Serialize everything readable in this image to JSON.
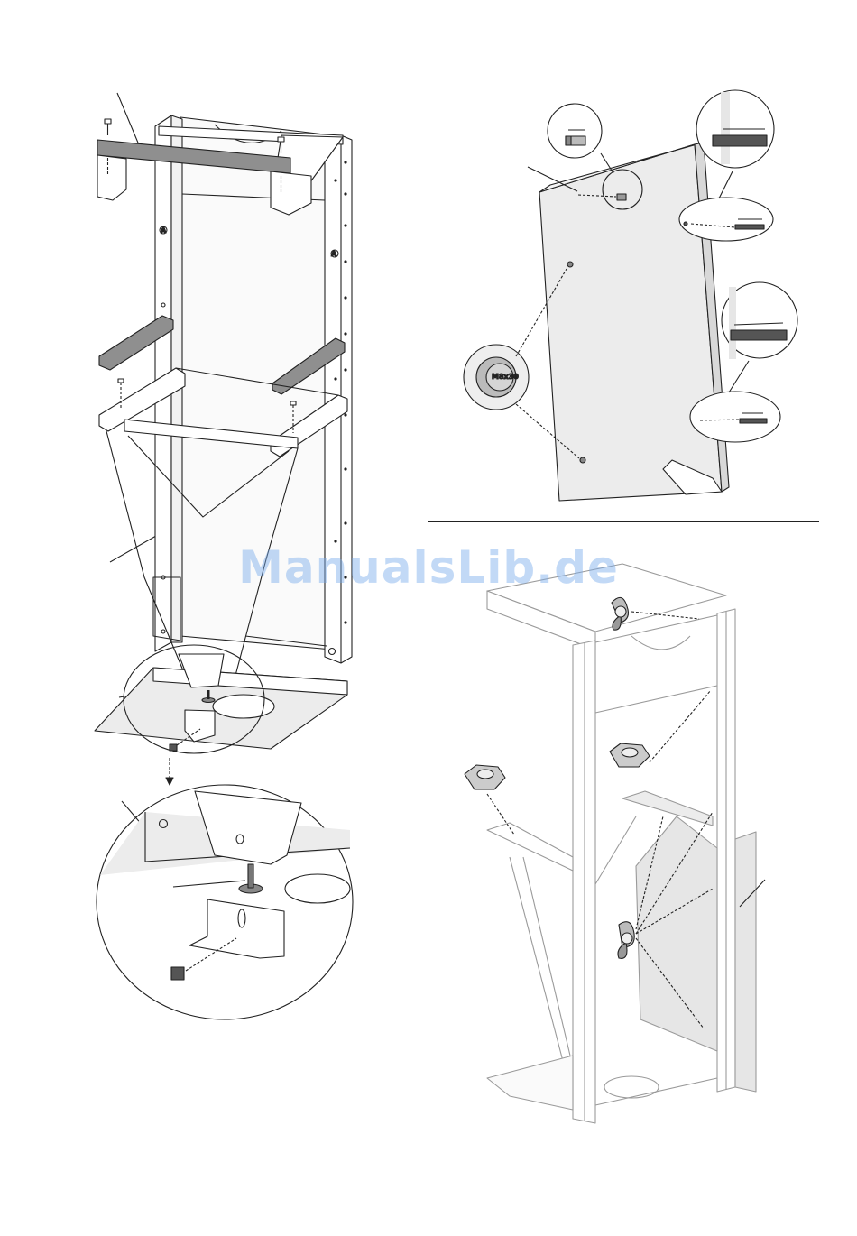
{
  "watermark": {
    "text": "ManualsLib.de"
  },
  "frame_markers": {
    "left": "A",
    "right": "A"
  },
  "knob_marking": "M8x30",
  "colors": {
    "line": "#222222",
    "panel": "#e6e6e6",
    "bracket": "#8f8f8f",
    "accent_watermark": "#78aaeb"
  }
}
